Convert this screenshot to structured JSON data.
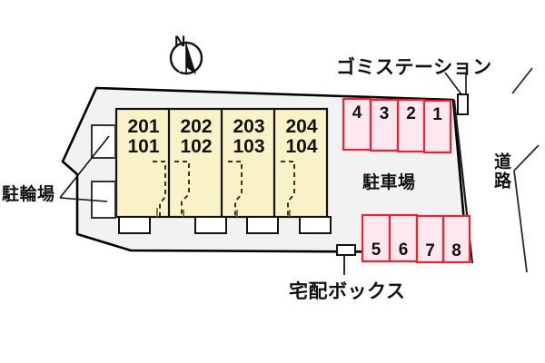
{
  "plan": {
    "type": "property-site-plan",
    "orientation_marker": {
      "label": "N",
      "name": "north-compass"
    },
    "colors": {
      "site_fill": "#f2f2f2",
      "site_outline": "#000000",
      "building_fill": "#f9f2c8",
      "building_outline": "#000000",
      "parking_fill": "#fce8ee",
      "parking_outline": "#ee2233",
      "road_line": "#222222",
      "background": "#ffffff",
      "text": "#111111"
    },
    "labels": {
      "trash_station": "ゴミステーション",
      "parking_lot": "駐車場",
      "delivery_box": "宅配ボックス",
      "bicycle_parking": "駐輪場",
      "road": "道路"
    },
    "building": {
      "name": "apartment-building",
      "units": [
        {
          "upper": "201",
          "lower": "101"
        },
        {
          "upper": "202",
          "lower": "102"
        },
        {
          "upper": "203",
          "lower": "103"
        },
        {
          "upper": "204",
          "lower": "104"
        }
      ]
    },
    "parking": {
      "north_row": [
        "4",
        "3",
        "2",
        "1"
      ],
      "south_row": [
        "5",
        "6",
        "7",
        "8"
      ]
    },
    "bicycle_parking_boxes": 2,
    "entrances": 4
  }
}
